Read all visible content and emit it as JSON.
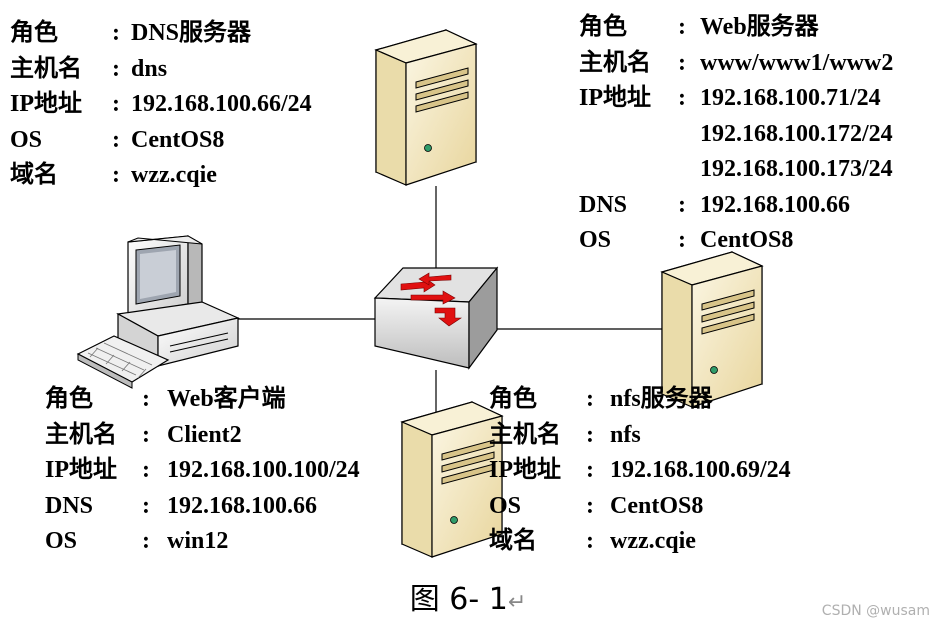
{
  "dns_server": {
    "rows": [
      {
        "key": "角色",
        "value": "DNS服务器"
      },
      {
        "key": "主机名",
        "value": "dns"
      },
      {
        "key": "IP地址",
        "value": "192.168.100.66/24"
      },
      {
        "key": "OS",
        "value": "CentOS8"
      },
      {
        "key": "域名",
        "value": "wzz.cqie"
      }
    ]
  },
  "web_server": {
    "rows": [
      {
        "key": "角色",
        "value": "Web服务器"
      },
      {
        "key": "主机名",
        "value": "www/www1/www2"
      },
      {
        "key": "IP地址",
        "value": "192.168.100.71/24"
      },
      {
        "key": "",
        "value": "192.168.100.172/24"
      },
      {
        "key": "",
        "value": "192.168.100.173/24"
      },
      {
        "key": "DNS",
        "value": "192.168.100.66"
      },
      {
        "key": "OS",
        "value": "CentOS8"
      }
    ]
  },
  "web_client": {
    "rows": [
      {
        "key": "角色",
        "value": "Web客户端"
      },
      {
        "key": "主机名",
        "value": "Client2"
      },
      {
        "key": "IP地址",
        "value": "192.168.100.100/24"
      },
      {
        "key": "DNS",
        "value": "192.168.100.66"
      },
      {
        "key": "OS",
        "value": "win12"
      }
    ]
  },
  "nfs_server": {
    "rows": [
      {
        "key": "角色",
        "value": "nfs服务器"
      },
      {
        "key": "主机名",
        "value": "nfs"
      },
      {
        "key": "IP地址",
        "value": "192.168.100.69/24"
      },
      {
        "key": "OS",
        "value": "CentOS8"
      },
      {
        "key": "域名",
        "value": "wzz.cqie"
      }
    ]
  },
  "separator": ":",
  "caption": "图 6- 1",
  "caption_mark": "↵",
  "watermark": "CSDN @wusam",
  "colors": {
    "server_body": "#f2e4b8",
    "server_side": "#c9b47a",
    "switch_top": "#d9d9d9",
    "arrow": "#e01010",
    "link": "#000000"
  },
  "icons": [
    "server-icon",
    "switch-icon",
    "client-computer-icon"
  ]
}
